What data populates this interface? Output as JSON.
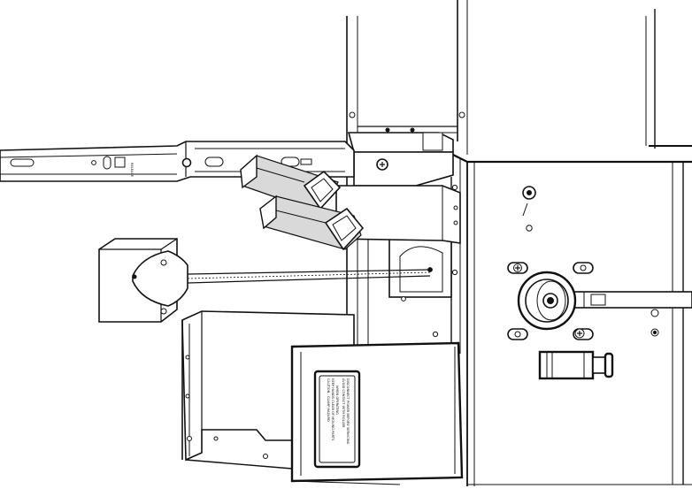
{
  "slide_rail": {
    "release_marking": "RELEASE"
  },
  "warning_label": {
    "line_1": "CAUTION - CLAMP HAZARD",
    "line_2": "KEEP HANDS CLEAR OF MOVING PARTS",
    "line_3": "WHEN OPERATING",
    "line_4": "AVOID CONTACT WITH ROLLER",
    "line_5": "DISCONNECT POWER BEFORE SERVICING"
  }
}
